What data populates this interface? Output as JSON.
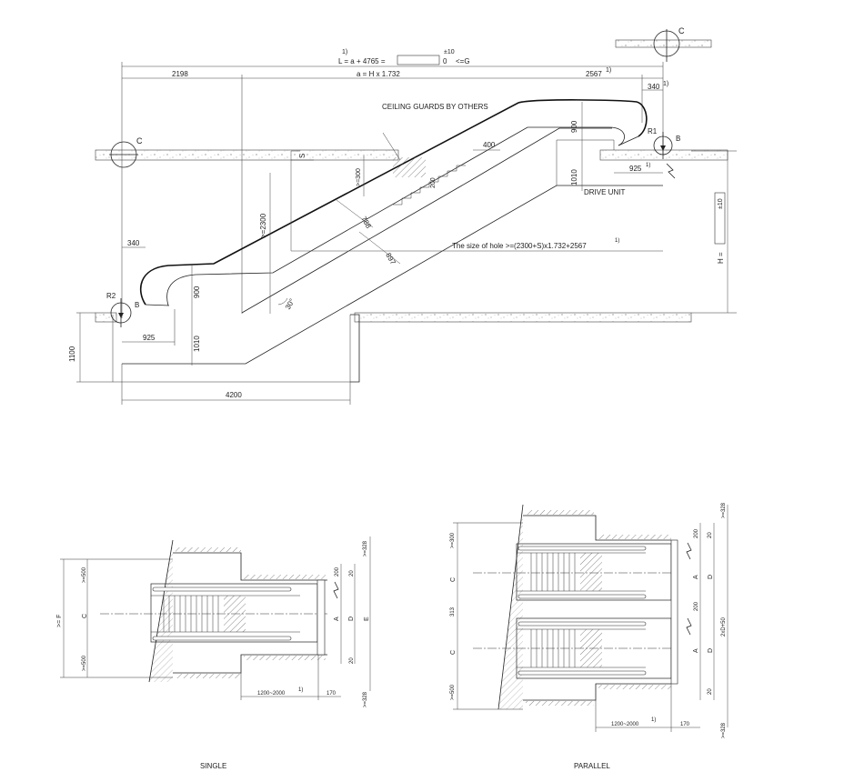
{
  "section_view": {
    "formula_L_prefix": "L = a + 4765 =",
    "formula_L_sup": "1)",
    "tol_top": "±10",
    "tol_bottom": "0",
    "tol_suffix": "<=G",
    "dim_2198": "2198",
    "dim_a": "a = H x 1.732",
    "dim_2567": "2567",
    "dim_2567_sup": "1)",
    "dim_340_top": "340",
    "dim_340_top_sup": "1)",
    "ceiling_guards": "CEILING GUARDS BY OTHERS",
    "dim_900_top": "900",
    "label_R1": "R1",
    "label_B_top": "B",
    "label_C_top": "C",
    "label_C_left": "C",
    "dim_S": "S",
    "dim_300": ">=300",
    "dim_400": "400",
    "dim_200": "200",
    "dim_1010_top": "1010",
    "dim_925_top": "925",
    "dim_925_top_sup": "1)",
    "drive_unit": "DRIVE UNIT",
    "dim_2300": ">=2300",
    "dim_788": "788",
    "dim_897": "897",
    "hole_text": "The size of hole >=(2300+S)x1.732+2567",
    "hole_text_sup": "1)",
    "label_H": "H =",
    "H_tol": "±10",
    "dim_340_bottom": "340",
    "label_R2": "R2",
    "label_B_bottom": "B",
    "dim_900_bottom": "900",
    "angle": "30°",
    "dim_1100": "1100",
    "dim_925_bottom": "925",
    "dim_1010_bottom": "1010",
    "dim_4200": "4200"
  },
  "single_view": {
    "caption": "SINGLE",
    "dim_F": ">= F",
    "dim_500_top": ">=500",
    "dim_500_bottom": ">=500",
    "dim_C": "C",
    "dim_328_top": ">=328",
    "dim_328_bottom": ">=328",
    "dim_200": "200",
    "dim_20_top": "20",
    "dim_20_bottom": "20",
    "dim_A": "A",
    "dim_D": "D",
    "dim_E": "E",
    "dim_range": "1200~2000",
    "dim_range_sup": "1)",
    "dim_170": "170"
  },
  "parallel_view": {
    "caption": "PARALLEL",
    "dim_300": ">=300",
    "dim_C_top": "C",
    "dim_313": "313",
    "dim_C_bottom": "C",
    "dim_500": ">=500",
    "dim_328_top": ">=328",
    "dim_328_bottom": ">=328",
    "dim_200_top": "200",
    "dim_200_mid": "200",
    "dim_A_top": "A",
    "dim_A_bottom": "A",
    "dim_D_top": "D",
    "dim_D_bottom": "D",
    "dim_2D50": "2xD+50",
    "dim_20": "20",
    "dim_range": "1200~2000",
    "dim_range_sup": "1)",
    "dim_170": "170"
  }
}
